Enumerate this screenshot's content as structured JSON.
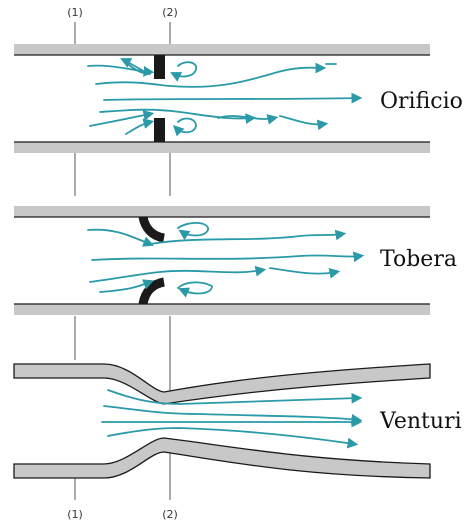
{
  "labels": {
    "station_1": "(1)",
    "station_2": "(2)",
    "orificio": "Orificio",
    "tobera": "Tobera",
    "venturi": "Venturi"
  },
  "colors": {
    "streamline": "#2a9aa8",
    "pipe_wall": "#c8c8c8",
    "device": "#1a1a1a"
  }
}
